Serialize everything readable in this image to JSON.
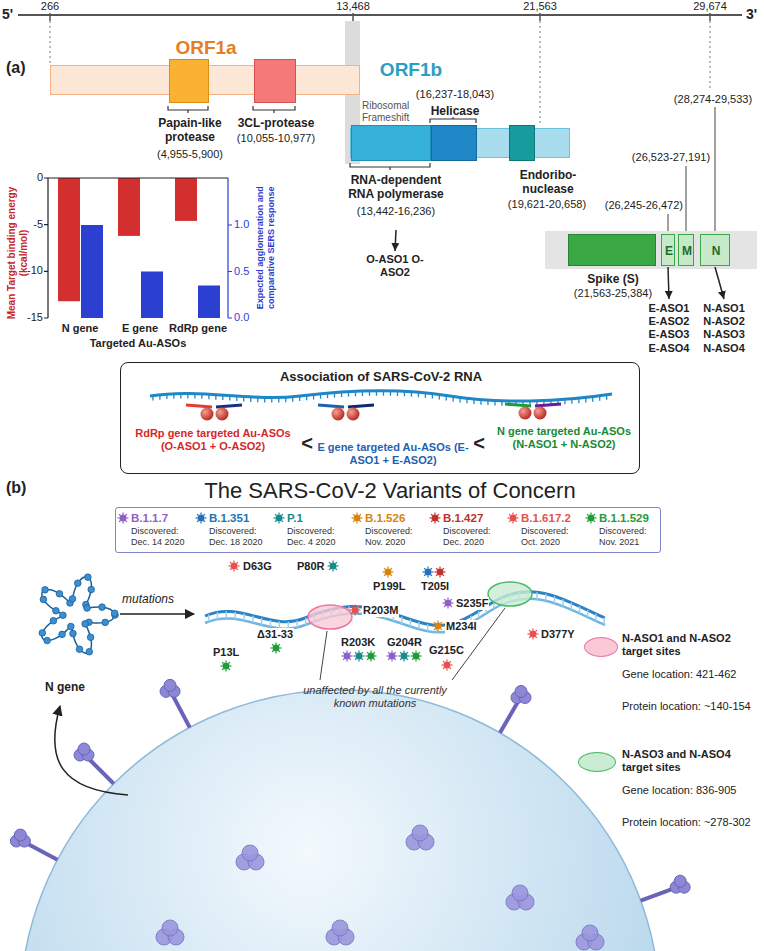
{
  "diagram": {
    "nodes": [
      {
        "text": [
          "ORF1a"
        ]
      },
      {
        "text": [
          "Papain-like protease",
          "(4,955-5,900)"
        ],
        "in": 0
      },
      {
        "text": [
          "3CL-protease",
          "(10,055-10,977)"
        ],
        "in": 0
      },
      {
        "text": [
          "ORF1b"
        ]
      },
      {
        "text": [
          "RNA-dependent RNA polymerase",
          "(13,442-16,236)"
        ],
        "in": 3
      },
      {
        "text": [
          "(16,237-18,043)",
          "Helicase"
        ],
        "in": 3
      },
      {
        "text": [
          "Endoribo- nuclease",
          "(19,621-20,658)"
        ],
        "in": 3
      },
      {
        "text": [
          "Spike (S)",
          "(21,563-25,384)"
        ]
      },
      {
        "text": [
          "(26,245-26,472)",
          "E"
        ]
      },
      {
        "text": [
          "(26,523-27,191)",
          "M"
        ]
      },
      {
        "text": [
          "(28,274-29,533)",
          "N"
        ]
      },
      {
        "text": [
          "O-ASO1 O-ASO2"
        ]
      },
      {
        "text": [
          "E-ASO1 E-ASO2 E-ASO3 E-ASO4"
        ]
      },
      {
        "text": [
          "N-ASO1 N-ASO2 N-ASO3 N-ASO4"
        ]
      },
      {
        "text": [
          "Association of SARS-CoV-2 RNA",
          "RdRp gene targeted Au-ASOs (O-ASO1 + O-ASO2)",
          "<",
          "E gene targeted Au-ASOs (E-ASO1 + E-ASO2)",
          "<",
          "N gene targeted Au-ASOs (N-ASO1 + N-ASO2)"
        ]
      },
      {
        "text": [
          "B.1.1.7",
          "Discovered: Dec. 14 2020",
          "B.1.351",
          "Discovered: Dec. 18 2020",
          "P.1",
          "Discovered: Dec. 4 2020",
          "B.1.526",
          "Discovered: Nov. 2020",
          "B.1.427",
          "Discovered: Dec. 2020",
          "B.1.617.2",
          "Discovered: Oct. 2020",
          "B.1.1.529",
          "Discovered: Nov. 2021"
        ]
      }
    ],
    "edges": [
      {
        "from": 4,
        "to": 11,
        "arrow": "to"
      },
      {
        "from": 8,
        "to": 12,
        "arrow": "to"
      },
      {
        "from": 10,
        "to": 13,
        "arrow": "to"
      }
    ],
    "labels": [
      "5'",
      "266",
      "13,468",
      "21,563",
      "29,674",
      "3'",
      "(a)",
      "Ribosomal Frameshift",
      "0",
      "-5",
      "-10",
      "-15",
      "0.0",
      "0.5",
      "1.0",
      "Mean Target binding energy (kcal/mol)",
      "Expected agglomeration and comparative SERS response",
      "N gene",
      "E gene",
      "RdRp gene",
      "Targeted Au-ASOs",
      "(b)",
      "The SARS-CoV-2 Variants of Concern",
      "mutations",
      "N gene",
      "D63G",
      "P80R",
      "P199L",
      "T205I",
      "P13L",
      "Δ31-33",
      "R203M",
      "R203K",
      "G204R",
      "G215C",
      "M234I",
      "S235F",
      "D377Y",
      "unaffected by all the currently known mutations",
      "Gene location: 421-462",
      "Protein location: ~140-154",
      "Gene location: 836-905",
      "Protein location: ~278-302"
    ],
    "legend": [
      {
        "text": "N-ASO1 and N-ASO2 target sites",
        "color": "#f9c9d6"
      },
      {
        "text": "N-ASO3 and N-ASO4 target sites",
        "color": "#c9ecd2"
      }
    ]
  }
}
